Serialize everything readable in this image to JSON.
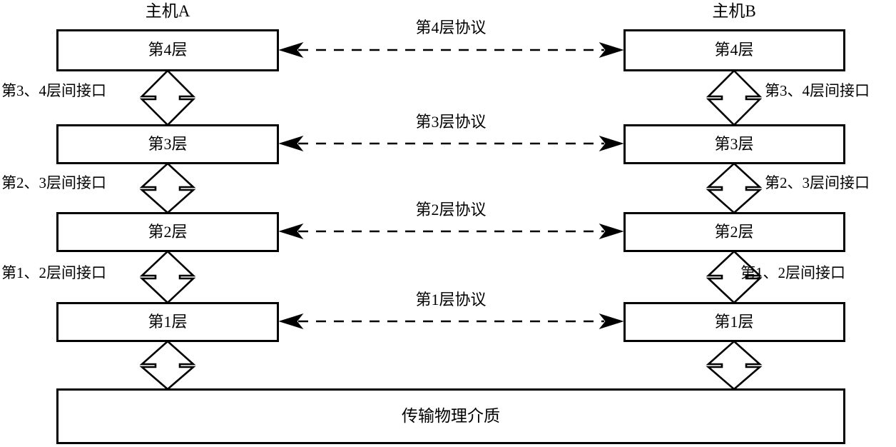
{
  "diagram": {
    "title_left": "主机A",
    "title_right": "主机B",
    "medium_label": "传输物理介质",
    "layers": [
      {
        "id": "layer4",
        "left_box": "第4层",
        "right_box": "第4层",
        "protocol": "第4层协议",
        "protocol_direction": "bidirectional-dashed",
        "interface_below": "第3、4层间接口"
      },
      {
        "id": "layer3",
        "left_box": "第3层",
        "right_box": "第3层",
        "protocol": "第3层协议",
        "protocol_direction": "bidirectional-dashed",
        "interface_below": "第2、3层间接口"
      },
      {
        "id": "layer2",
        "left_box": "第2层",
        "right_box": "第2层",
        "protocol": "第2层协议",
        "protocol_direction": "bidirectional-dashed",
        "interface_below": "第1、2层间接口"
      },
      {
        "id": "layer1",
        "left_box": "第1层",
        "right_box": "第1层",
        "protocol": "第1层协议",
        "protocol_direction": "bidirectional-dashed",
        "interface_below": ""
      }
    ],
    "colors": {
      "stroke": "#000000",
      "fill": "#ffffff",
      "background": "#ffffff"
    }
  }
}
